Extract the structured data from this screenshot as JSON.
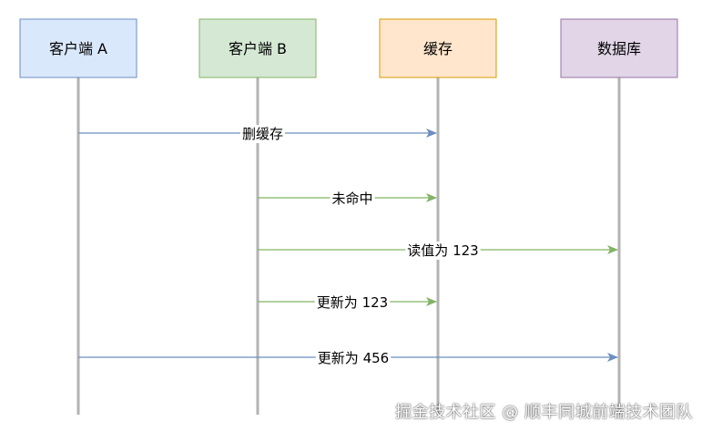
{
  "participants": [
    {
      "id": "a",
      "label": "客户端 A",
      "fill": "#dae8fc",
      "stroke": "#6c8ebf"
    },
    {
      "id": "b",
      "label": "客户端 B",
      "fill": "#d5e8d4",
      "stroke": "#82b366"
    },
    {
      "id": "cache",
      "label": "缓存",
      "fill": "#ffe6cc",
      "stroke": "#d79b00"
    },
    {
      "id": "db",
      "label": "数据库",
      "fill": "#e1d5e7",
      "stroke": "#9673a6"
    }
  ],
  "messages": [
    {
      "label": "删缓存",
      "from": "a",
      "to": "cache",
      "color": "#6c8ebf"
    },
    {
      "label": "未命中",
      "from": "b",
      "to": "cache",
      "color": "#82b366"
    },
    {
      "label": "读值为 123",
      "from": "b",
      "to": "db",
      "color": "#82b366"
    },
    {
      "label": "更新为 123",
      "from": "b",
      "to": "cache",
      "color": "#82b366"
    },
    {
      "label": "更新为 456",
      "from": "a",
      "to": "db",
      "color": "#6c8ebf"
    }
  ],
  "colors": {
    "lifeline": "#b3b3b3"
  },
  "watermark": "掘金技术社区 @ 顺丰同城前端技术团队"
}
